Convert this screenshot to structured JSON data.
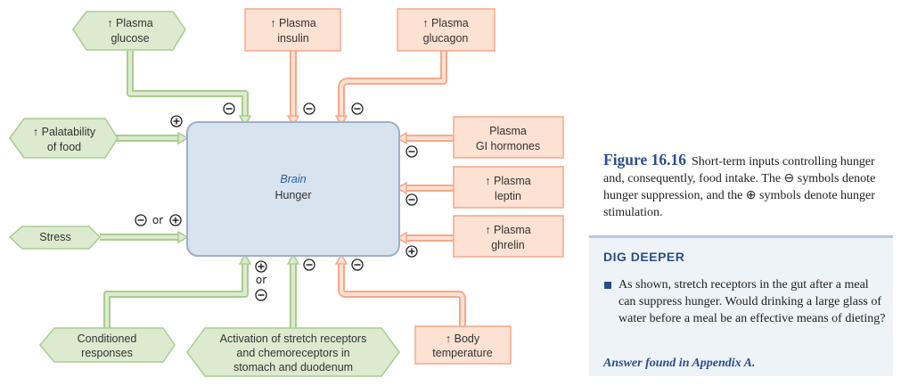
{
  "diagram": {
    "center": {
      "title": "Brain",
      "subtitle": "Hunger"
    },
    "inputs": {
      "glucose": [
        "↑ Plasma",
        "glucose"
      ],
      "insulin": [
        "↑ Plasma",
        "insulin"
      ],
      "glucagon": [
        "↑ Plasma",
        "glucagon"
      ],
      "palatability": [
        "↑ Palatability",
        "of food"
      ],
      "stress": [
        "Stress"
      ],
      "gi_hormones": [
        "Plasma",
        "GI hormones"
      ],
      "leptin": [
        "↑ Plasma",
        "leptin"
      ],
      "ghrelin": [
        "↑ Plasma",
        "ghrelin"
      ],
      "conditioned": [
        "Conditioned",
        "responses"
      ],
      "stretch": [
        "Activation of stretch receptors",
        "and chemoreceptors in",
        "stomach and duodenum"
      ],
      "body_temp": [
        "↑ Body",
        "temperature"
      ]
    },
    "symbols": {
      "minus": "⊖",
      "plus": "⊕",
      "or": "or"
    },
    "colors": {
      "green_fill": "#dcebd0",
      "green_stroke": "#a9cc8f",
      "orange_fill": "#fde1d2",
      "orange_stroke": "#f4a98a",
      "brain_fill": "#d7e3ef",
      "brain_stroke": "#9db0c6",
      "brain_title": "#2a5ca8"
    }
  },
  "caption": {
    "figure_label": "Figure 16.16",
    "text": "Short-term inputs controlling hunger and, consequently, food intake. The ⊖ symbols denote hunger suppression, and the ⊕ symbols denote hunger stimulation."
  },
  "dig_deeper": {
    "title": "DIG DEEPER",
    "question": "As shown, stretch receptors in the gut after a meal can suppress hunger. Would drinking a large glass of water before a meal be an effective means of dieting?",
    "answer": "Answer found in Appendix A."
  }
}
